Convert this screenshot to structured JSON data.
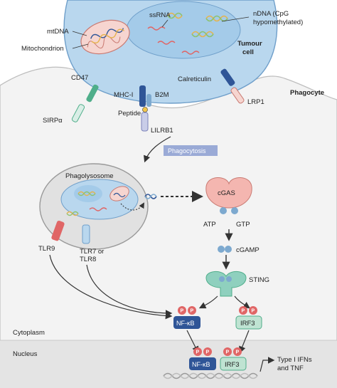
{
  "labels": {
    "mtdna": "mtDNA",
    "mitochondrion": "Mitochondrion",
    "ssrna": "ssRNA",
    "ndna_line1": "nDNA (CpG",
    "ndna_line2": "hypomethylated)",
    "tumour_line1": "Tumour",
    "tumour_line2": "cell",
    "phagocyte": "Phagocyte",
    "cd47": "CD47",
    "mhc1": "MHC-I",
    "b2m": "B2M",
    "calreticulin": "Calreticulin",
    "lrp1": "LRP1",
    "sirpa": "SIRPα",
    "peptide": "Peptide",
    "lilrb1": "LILRB1",
    "phagocytosis": "Phagocytosis",
    "phagolysosome": "Phagolysosome",
    "cgas": "cGAS",
    "atp": "ATP",
    "gtp": "GTP",
    "cgamp": "cGAMP",
    "sting": "STING",
    "tlr9": "TLR9",
    "tlr78_line1": "TLR7 or",
    "tlr78_line2": "TLR8",
    "nfkb": "NF-κB",
    "irf3": "IRF3",
    "p": "P",
    "cytoplasm": "Cytoplasm",
    "nucleus": "Nucleus",
    "output_line1": "Type I IFNs",
    "output_line2": "and TNF"
  },
  "colors": {
    "tumour_fill": "#b9d7ee",
    "nucleus_fill": "#9bc6e8",
    "membrane": "#7da9cf",
    "phagocyte_fill": "#f2f2f2",
    "nucleus_bg": "#e6e6e6",
    "nfkb": "#2f5597",
    "irf3": "#bfe3d2",
    "phospho": "#e06666",
    "phagocytosis_box": "#9aaad6",
    "cgas": "#f4b6b0",
    "sting": "#8fd0be"
  }
}
